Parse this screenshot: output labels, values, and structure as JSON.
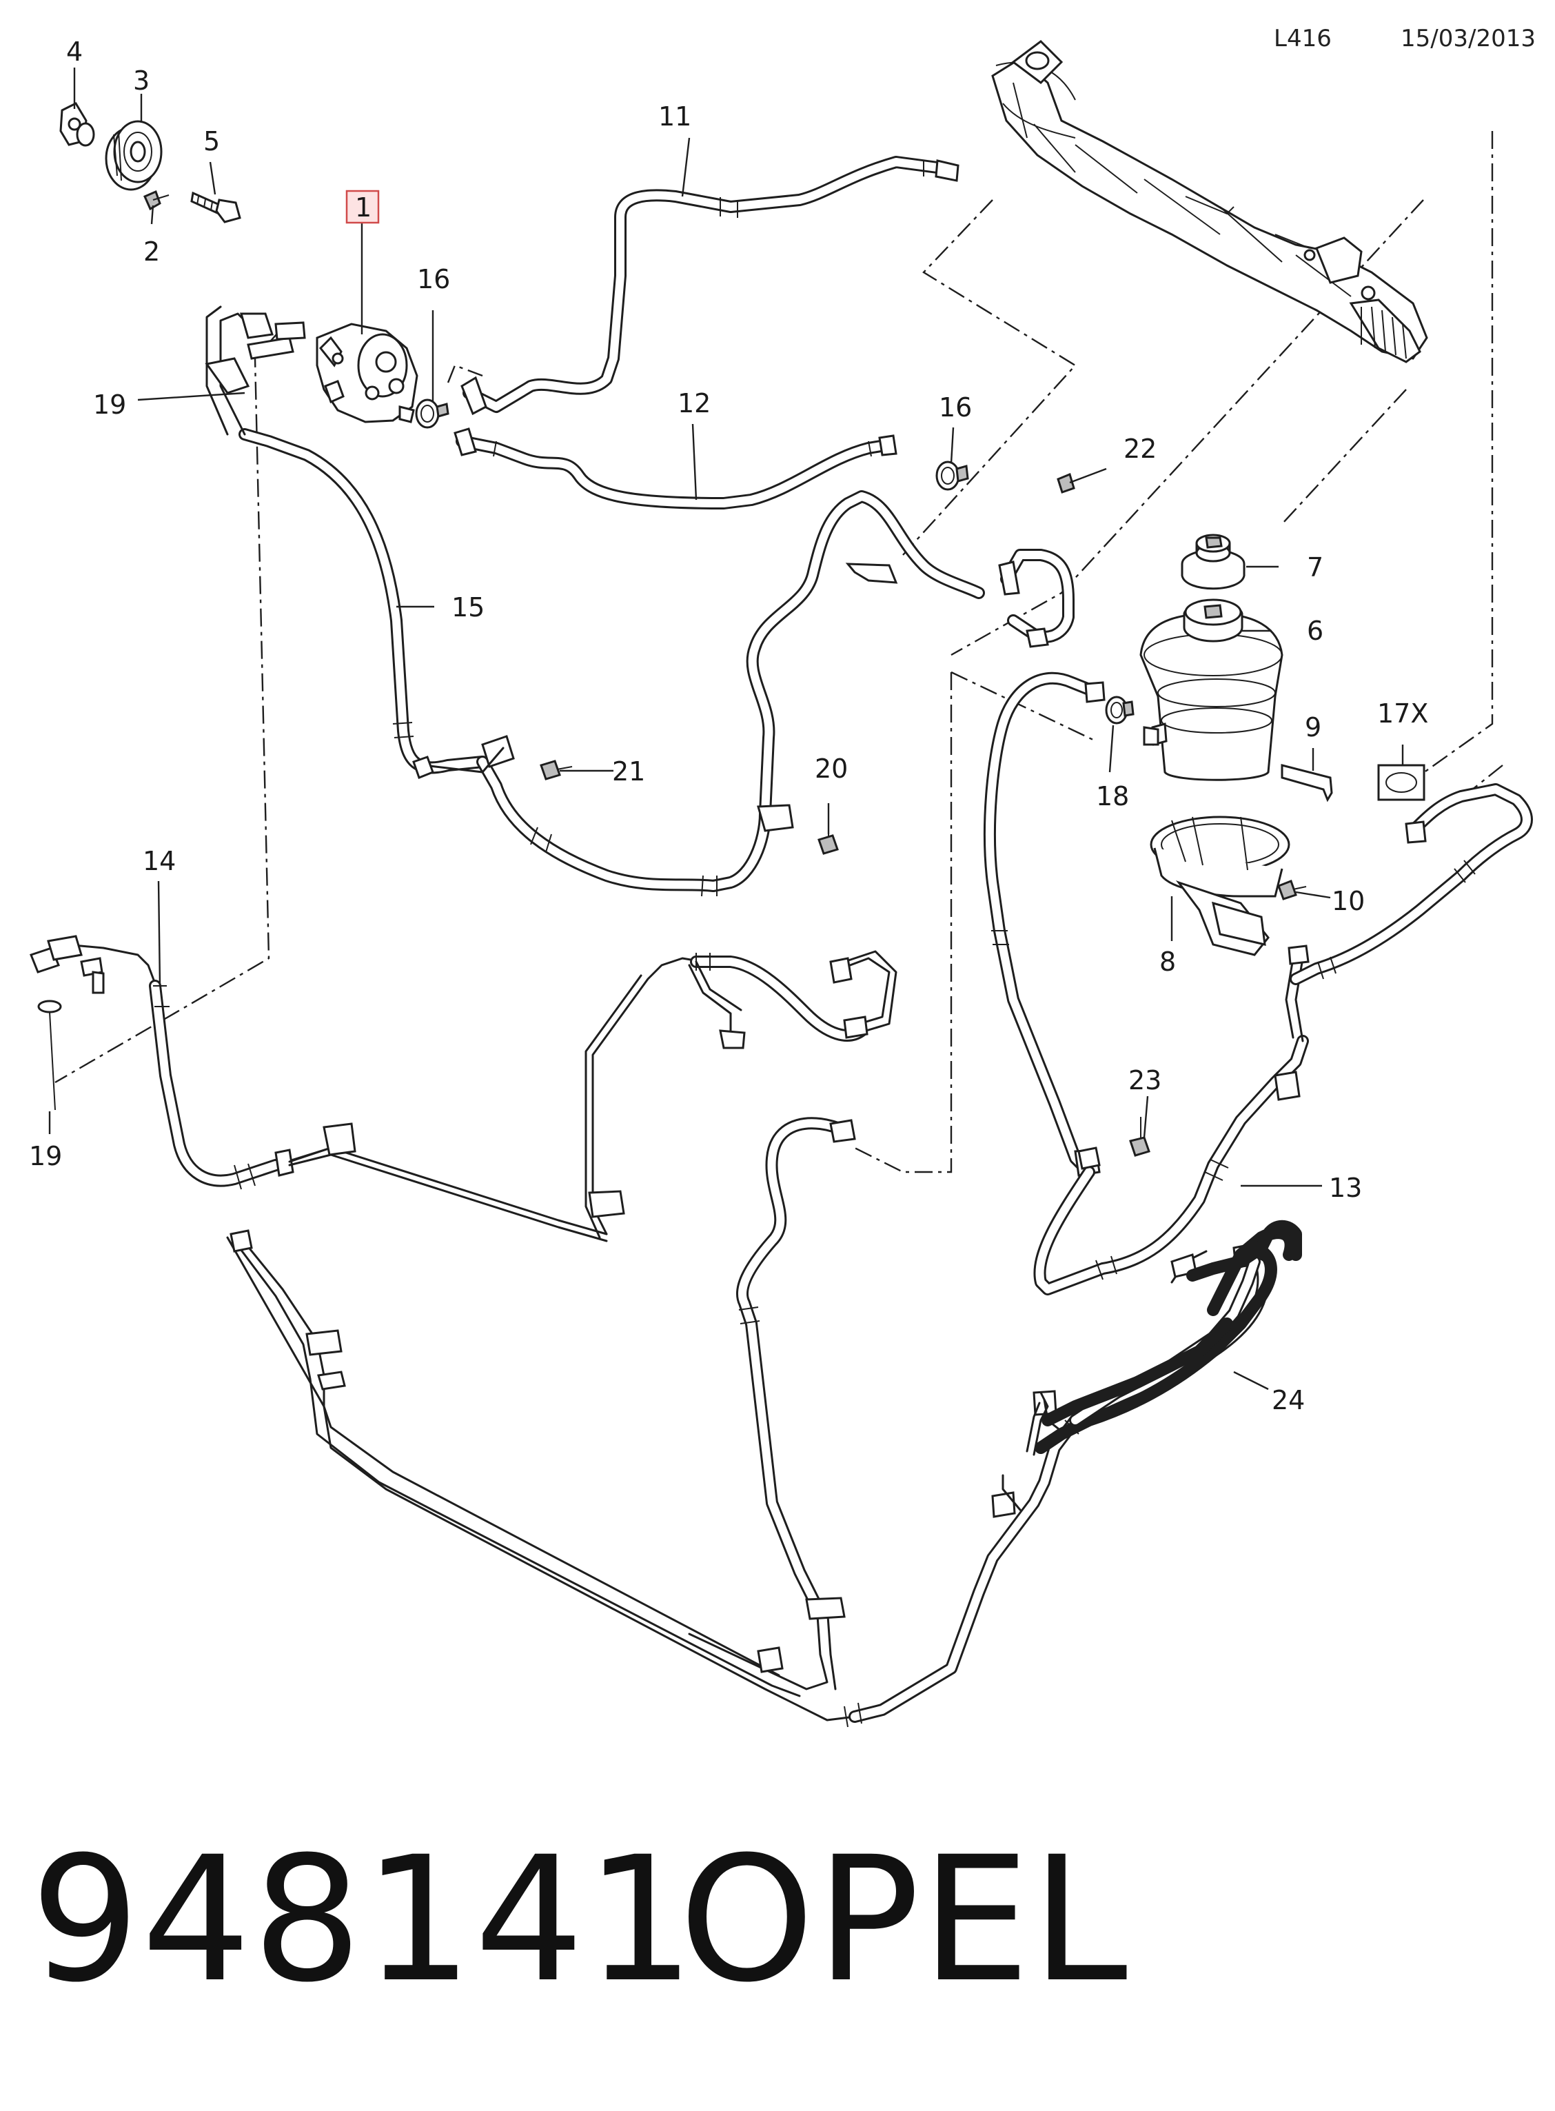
{
  "header": {
    "code": "L416",
    "date": "15/03/2013"
  },
  "footer": {
    "part_number": "948141",
    "brand": "OPEL"
  },
  "callouts": [
    {
      "id": "c1",
      "label": "1",
      "highlighted": true
    },
    {
      "id": "c2",
      "label": "2"
    },
    {
      "id": "c3",
      "label": "3"
    },
    {
      "id": "c4",
      "label": "4"
    },
    {
      "id": "c5",
      "label": "5"
    },
    {
      "id": "c6",
      "label": "6"
    },
    {
      "id": "c7",
      "label": "7"
    },
    {
      "id": "c8",
      "label": "8"
    },
    {
      "id": "c9",
      "label": "9"
    },
    {
      "id": "c10",
      "label": "10"
    },
    {
      "id": "c11",
      "label": "11"
    },
    {
      "id": "c12",
      "label": "12"
    },
    {
      "id": "c13",
      "label": "13"
    },
    {
      "id": "c14",
      "label": "14"
    },
    {
      "id": "c15",
      "label": "15"
    },
    {
      "id": "c16a",
      "label": "16"
    },
    {
      "id": "c16b",
      "label": "16"
    },
    {
      "id": "c17x",
      "label": "17X"
    },
    {
      "id": "c18",
      "label": "18"
    },
    {
      "id": "c19a",
      "label": "19"
    },
    {
      "id": "c19b",
      "label": "19"
    },
    {
      "id": "c20",
      "label": "20"
    },
    {
      "id": "c21",
      "label": "21"
    },
    {
      "id": "c22",
      "label": "22"
    },
    {
      "id": "c23",
      "label": "23"
    },
    {
      "id": "c24",
      "label": "24"
    }
  ],
  "colors": {
    "line": "#1e1e1e",
    "highlight_fill": "#fde3e3",
    "highlight_stroke": "#d04a4a"
  }
}
